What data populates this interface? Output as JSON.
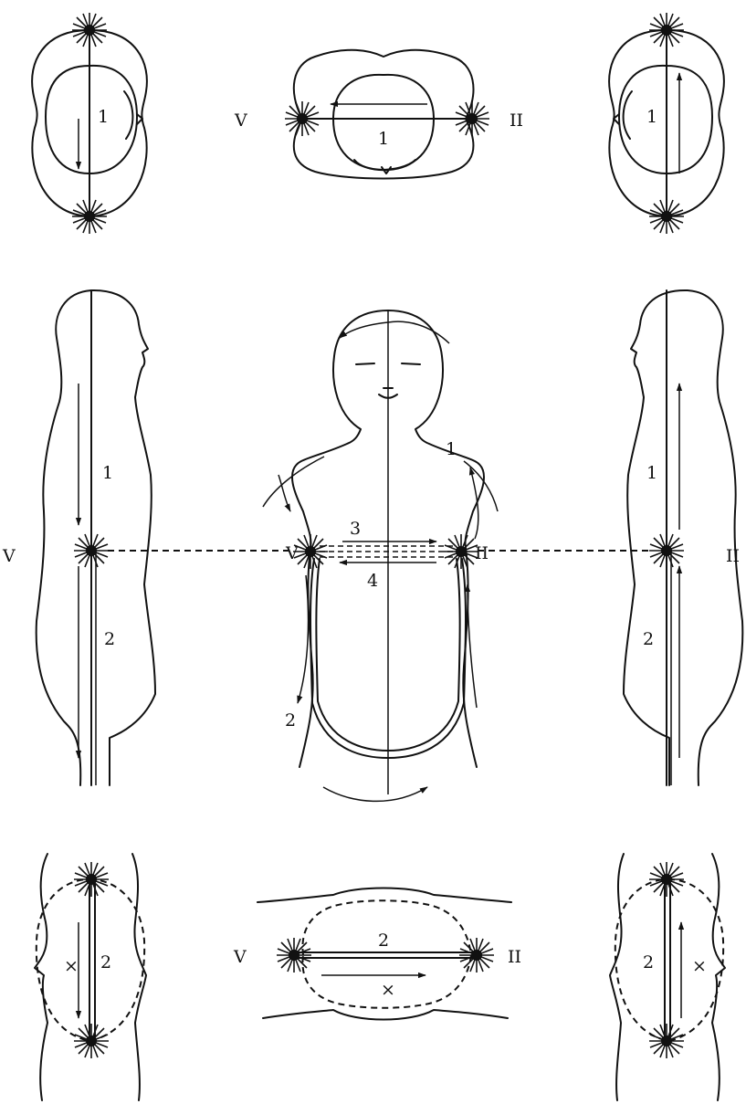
{
  "labels": {
    "v": "V",
    "ii": "II",
    "one": "1",
    "two": "2",
    "three": "3",
    "four": "4",
    "x_mark": "×"
  }
}
